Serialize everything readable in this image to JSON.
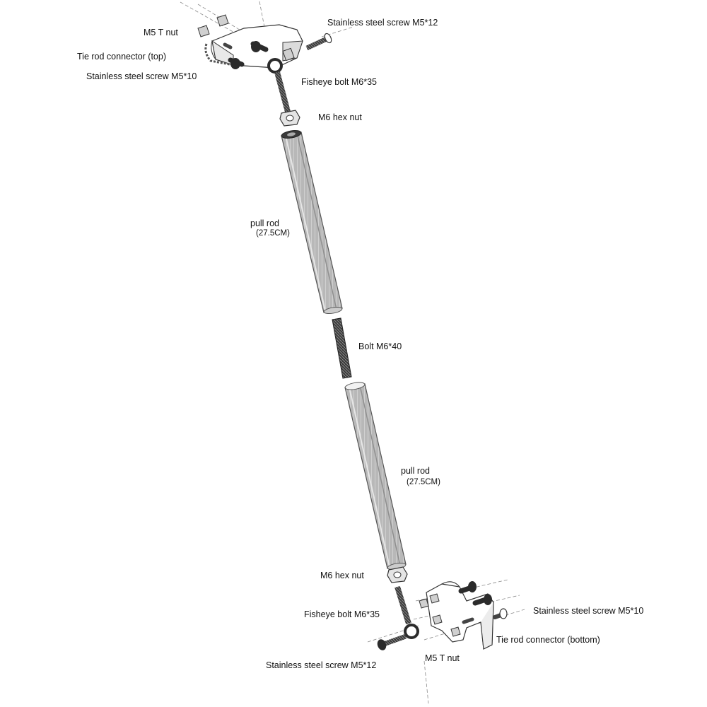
{
  "labels": {
    "m5_t_nut_top": "M5 T nut",
    "tie_rod_connector_top": "Tie rod connector (top)",
    "screw_m5x10_top": "Stainless steel screw M5*10",
    "screw_m5x12_top": "Stainless steel screw M5*12",
    "fisheye_bolt_top": "Fisheye bolt M6*35",
    "m6_hex_nut_top": "M6 hex nut",
    "pull_rod_upper": "pull rod",
    "pull_rod_upper_length": "(27.5CM)",
    "bolt_m6x40": "Bolt M6*40",
    "pull_rod_lower": "pull rod",
    "pull_rod_lower_length": "(27.5CM)",
    "m6_hex_nut_bottom": "M6 hex nut",
    "fisheye_bolt_bottom": "Fisheye bolt M6*35",
    "screw_m5x10_bottom": "Stainless steel screw M5*10",
    "tie_rod_connector_bottom": "Tie rod connector (bottom)",
    "screw_m5x12_bottom": "Stainless steel screw M5*12",
    "m5_t_nut_bottom": "M5 T nut"
  },
  "colors": {
    "line": "#333333",
    "dark_part": "#2b2b2b",
    "rod_fill": "#bdbdbd",
    "rod_edge": "#555555",
    "axis": "#888888"
  }
}
